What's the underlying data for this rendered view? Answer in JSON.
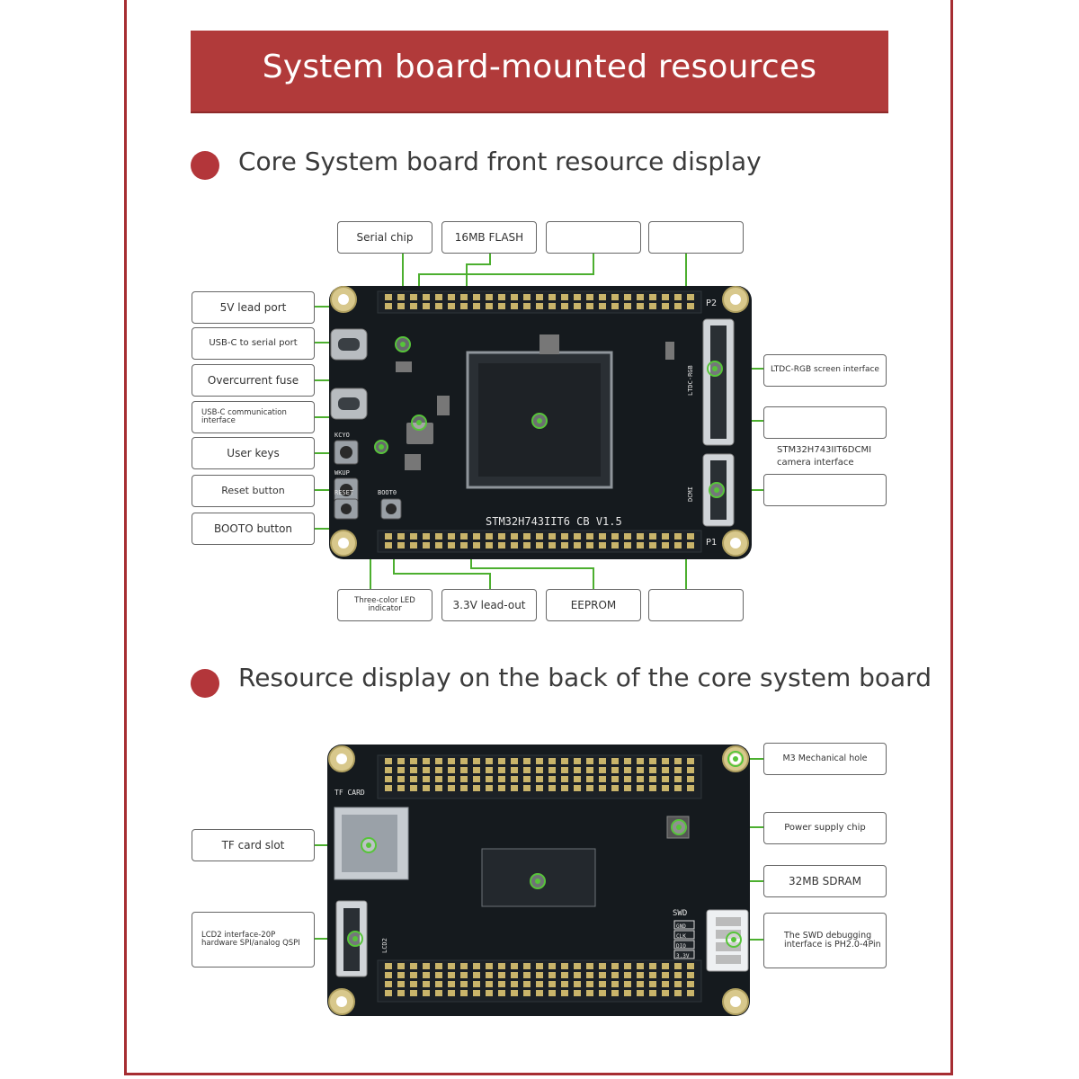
{
  "banner": {
    "title": "System board-mounted resources"
  },
  "front": {
    "heading": "Core System board front resource display",
    "board_text": "STM32H743IIT6 CB V1.5",
    "header_p2": "P2",
    "header_p1": "P1",
    "labels": {
      "serial_chip": "Serial chip",
      "flash": "16MB FLASH",
      "top_blank_1": "",
      "top_blank_2": "",
      "lead_5v": "5V lead port",
      "usbc_serial": "USB-C to serial port",
      "fuse": "Overcurrent fuse",
      "usbc_comm": "USB-C communication interface",
      "user_keys": "User keys",
      "reset": "Reset button",
      "boot0": "BOOTO button",
      "ltdc": "LTDC-RGB screen interface",
      "right_blank_1": "",
      "dcmi": "STM32H743IIT6DCMI camera interface",
      "right_blank_2": "",
      "led": "Three-color LED indicator",
      "lead_33": "3.3V lead-out",
      "eeprom": "EEPROM",
      "bottom_blank": ""
    },
    "silk": {
      "kcyo": "KCYO",
      "wkup": "WKUP",
      "reset": "RESET",
      "boot0": "BOOT0",
      "ltdc": "LTDC-RGB",
      "dcmi": "DCMI"
    }
  },
  "back": {
    "heading": "Resource display on the back of the core system board",
    "labels": {
      "m3": "M3 Mechanical hole",
      "power": "Power supply chip",
      "sdram": "32MB SDRAM",
      "swd": "The SWD debugging interface is PH2.0-4Pin",
      "tf": "TF card slot",
      "lcd": "LCD2 interface-20P hardware SPI/analog QSPI"
    },
    "silk": {
      "tf": "TF CARD",
      "swd": "SWD",
      "gnd": "GND",
      "clk": "CLK",
      "dio": "DIO",
      "v33": "3.3V",
      "lcd": "LCD2"
    }
  }
}
